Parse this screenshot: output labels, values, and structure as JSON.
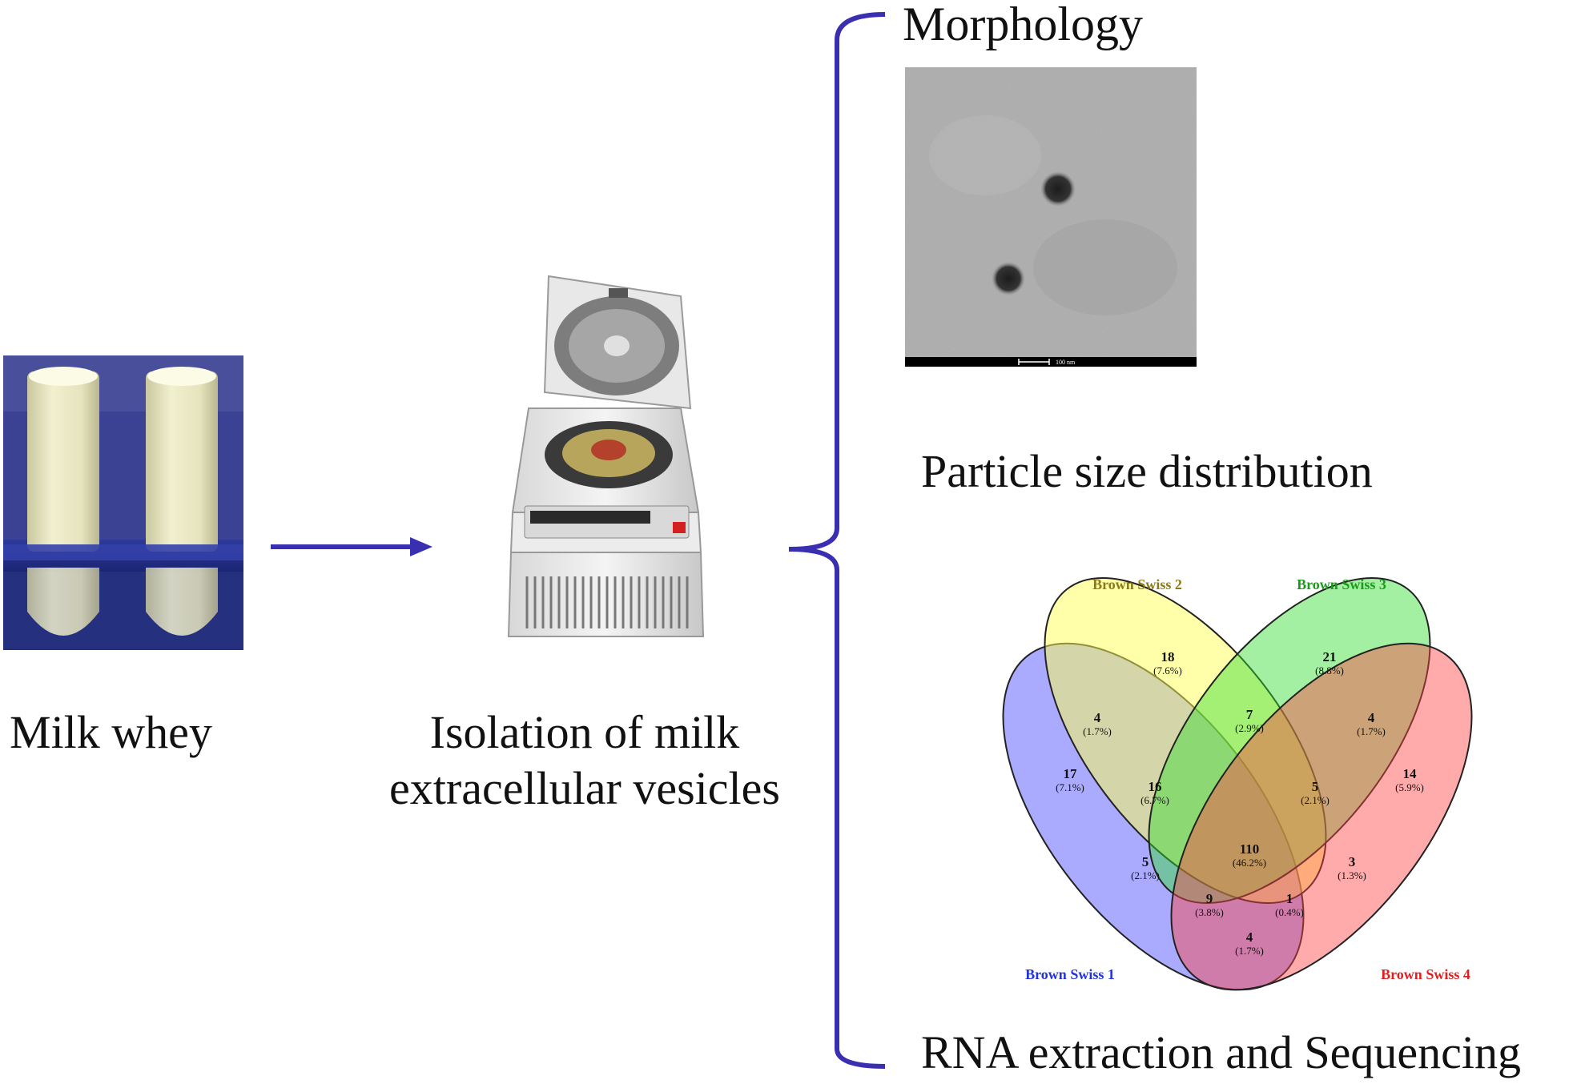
{
  "steps": {
    "milk_whey": {
      "label": "Milk whey"
    },
    "isolation": {
      "line1": "Isolation of milk",
      "line2": "extracellular vesicles"
    }
  },
  "outputs": {
    "morphology": "Morphology",
    "particle_size": "Particle size distribution",
    "rna": "RNA extraction and Sequencing"
  },
  "tem": {
    "scale_bar": "100 nm"
  },
  "venn": {
    "sets": [
      {
        "name": "Brown Swiss 1",
        "color": "#2233dd"
      },
      {
        "name": "Brown Swiss 2",
        "color": "#8a7a1a"
      },
      {
        "name": "Brown Swiss 3",
        "color": "#1a9a1a"
      },
      {
        "name": "Brown Swiss 4",
        "color": "#e02020"
      }
    ],
    "regions": [
      {
        "count": "18",
        "pct": "(7.6%)"
      },
      {
        "count": "21",
        "pct": "(8.8%)"
      },
      {
        "count": "4",
        "pct": "(1.7%)"
      },
      {
        "count": "7",
        "pct": "(2.9%)"
      },
      {
        "count": "4",
        "pct": "(1.7%)"
      },
      {
        "count": "17",
        "pct": "(7.1%)"
      },
      {
        "count": "16",
        "pct": "(6.7%)"
      },
      {
        "count": "5",
        "pct": "(2.1%)"
      },
      {
        "count": "14",
        "pct": "(5.9%)"
      },
      {
        "count": "110",
        "pct": "(46.2%)"
      },
      {
        "count": "5",
        "pct": "(2.1%)"
      },
      {
        "count": "3",
        "pct": "(1.3%)"
      },
      {
        "count": "9",
        "pct": "(3.8%)"
      },
      {
        "count": "1",
        "pct": "(0.4%)"
      },
      {
        "count": "4",
        "pct": "(1.7%)"
      }
    ]
  },
  "colors": {
    "arrow": "#3a2fb0",
    "bracket": "#3a2fb0"
  }
}
